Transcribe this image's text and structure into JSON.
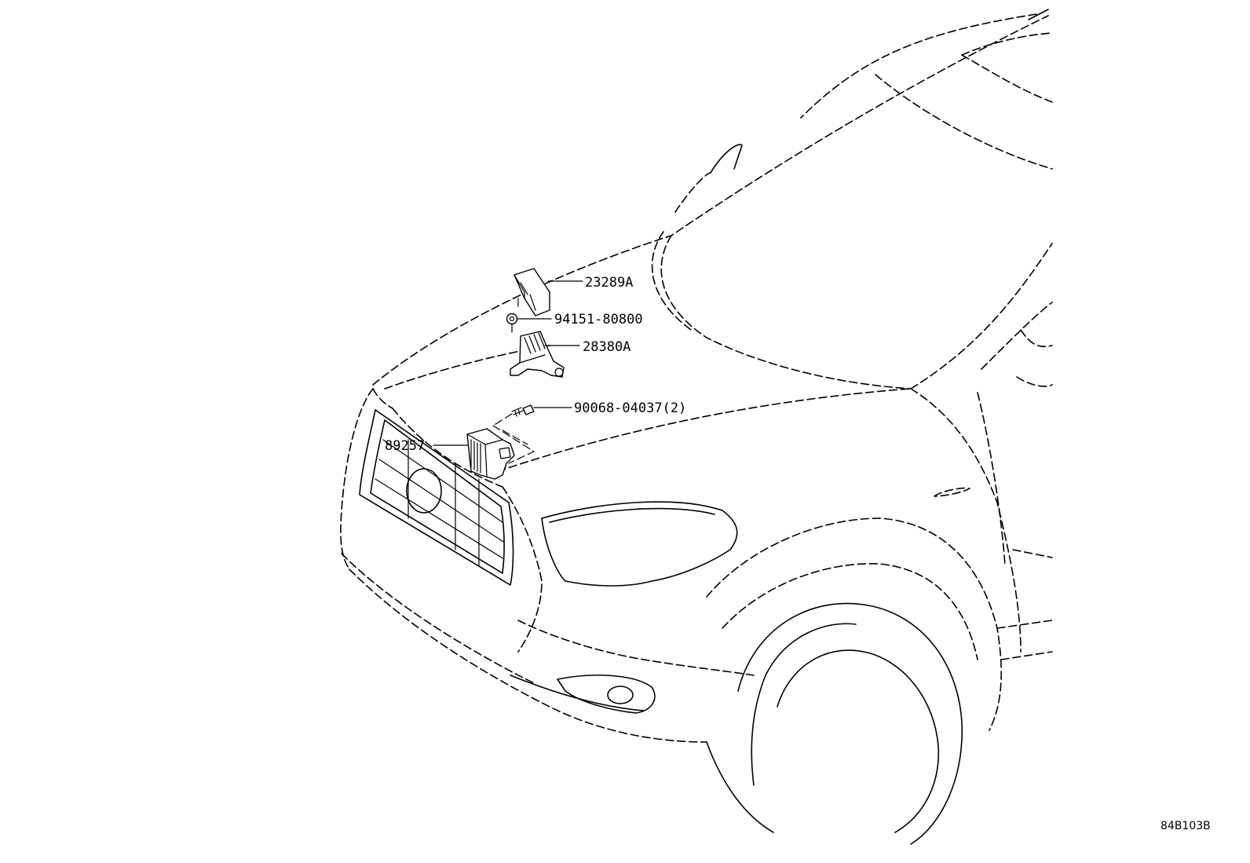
{
  "diagram": {
    "parts": [
      {
        "id": "23289A"
      },
      {
        "id": "94151-80800"
      },
      {
        "id": "28380A"
      },
      {
        "id": "90068-04037(2)"
      },
      {
        "id": "89257"
      }
    ],
    "figure_id": "84B103B",
    "colors": {
      "line": "#000000",
      "background": "#ffffff"
    }
  }
}
